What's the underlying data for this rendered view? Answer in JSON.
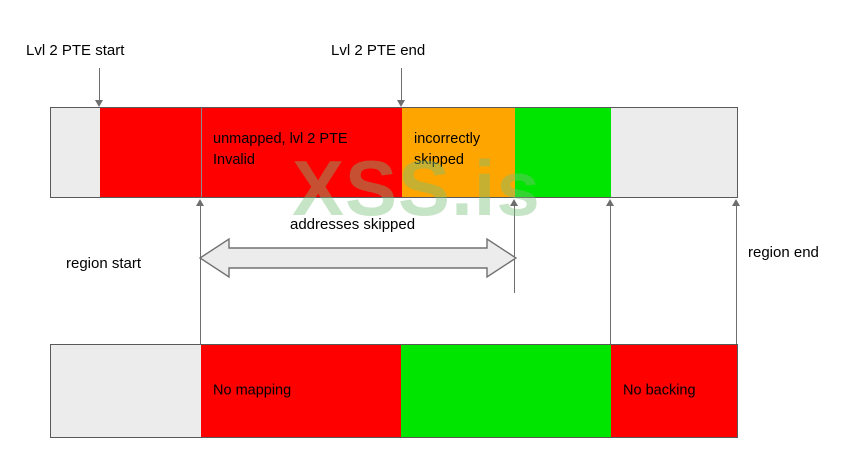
{
  "diagram": {
    "title": "Page table region mapping diagram",
    "watermark": "XSS.is",
    "colors": {
      "gray": "#ececec",
      "red": "#fe0000",
      "orange": "#ffa500",
      "green": "#00e500",
      "outline": "#595959",
      "divider": "#8c8c8c",
      "leader": "#6e6e6e",
      "arrow_fill": "#ececec",
      "arrow_stroke": "#707070",
      "watermark": "#78be78"
    },
    "callouts": [
      {
        "name": "lvl2-pte-start",
        "text": "Lvl 2 PTE start"
      },
      {
        "name": "lvl2-pte-end",
        "text": "Lvl 2 PTE end"
      }
    ],
    "side_labels": [
      {
        "name": "region-start",
        "text": "region start"
      },
      {
        "name": "region-end",
        "text": "region end"
      }
    ],
    "span_label": "addresses skipped",
    "top_bar": {
      "name": "virtual-address-bar",
      "segments": [
        {
          "name": "top-seg-1",
          "color": "gray",
          "label": ""
        },
        {
          "name": "top-seg-2",
          "color": "red",
          "label": ""
        },
        {
          "name": "top-seg-3",
          "color": "red",
          "label": "unmapped, lvl 2 PTE\nInvalid"
        },
        {
          "name": "top-seg-4",
          "color": "orange",
          "label": "incorrectly\nskipped"
        },
        {
          "name": "top-seg-5",
          "color": "green",
          "label": ""
        },
        {
          "name": "top-seg-6",
          "color": "gray",
          "label": ""
        }
      ]
    },
    "bottom_bar": {
      "name": "physical-backing-bar",
      "segments": [
        {
          "name": "bottom-seg-1",
          "color": "gray",
          "label": ""
        },
        {
          "name": "bottom-seg-2",
          "color": "red",
          "label": "No mapping"
        },
        {
          "name": "bottom-seg-3",
          "color": "green",
          "label": ""
        },
        {
          "name": "bottom-seg-4",
          "color": "red",
          "label": "No backing"
        }
      ]
    }
  }
}
